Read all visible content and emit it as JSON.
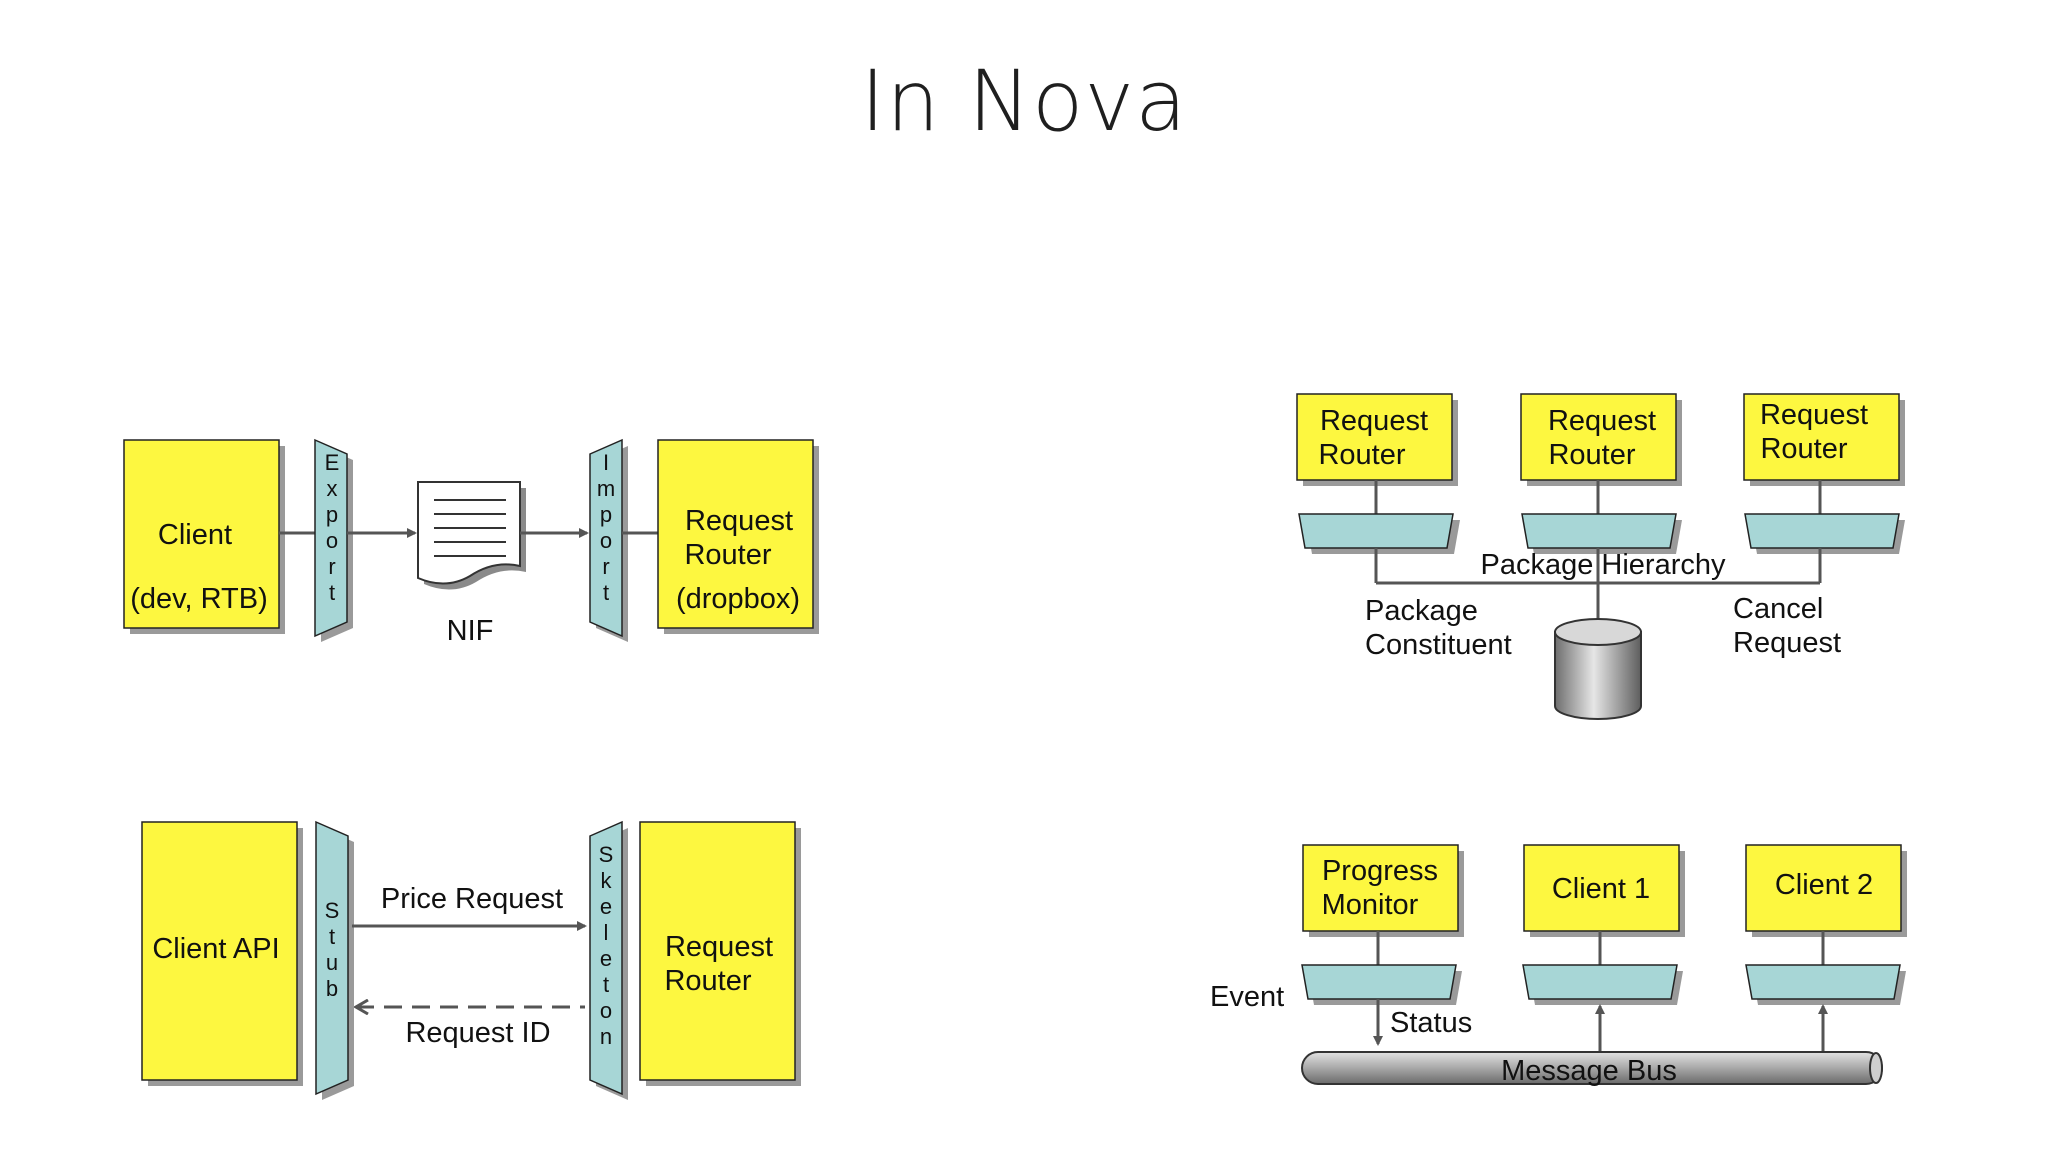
{
  "title": "In Nova",
  "diagram1": {
    "client": [
      "Client",
      "(dev, RTB)"
    ],
    "export": "Export",
    "nif": "NIF",
    "import": "Import",
    "router": [
      "Request",
      "Router",
      "(dropbox)"
    ]
  },
  "diagram2": {
    "client_api": "Client API",
    "stub": "Stub",
    "price_request": "Price Request",
    "request_id": "Request ID",
    "skeleton": "Skeleton",
    "router": [
      "Request",
      "Router"
    ]
  },
  "diagram3": {
    "routers": [
      [
        "Request",
        "Router"
      ],
      [
        "Request",
        "Router"
      ],
      [
        "Request",
        "Router"
      ]
    ],
    "package_hierarchy": "Package Hierarchy",
    "package_constituent": [
      "Package",
      "Constituent"
    ],
    "cancel_request": [
      "Cancel",
      "Request"
    ]
  },
  "diagram4": {
    "progress_monitor": [
      "Progress",
      "Monitor"
    ],
    "client1": "Client 1",
    "client2": "Client 2",
    "event": "Event",
    "status": "Status",
    "message_bus": "Message Bus"
  }
}
